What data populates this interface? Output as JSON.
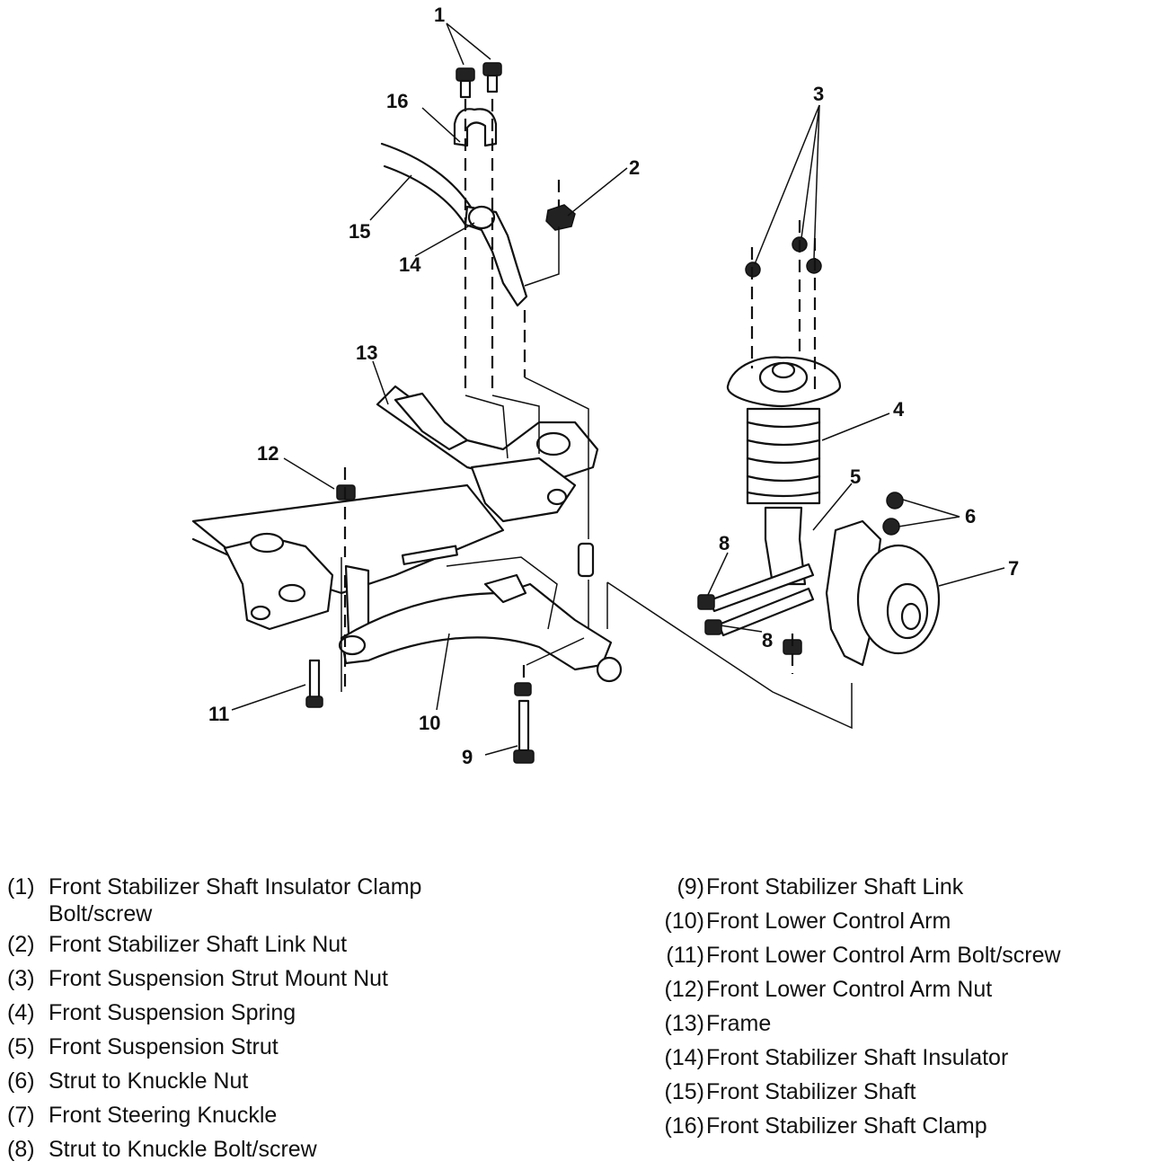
{
  "callouts": [
    "1",
    "2",
    "3",
    "4",
    "5",
    "6",
    "7",
    "8",
    "8",
    "9",
    "10",
    "11",
    "12",
    "13",
    "14",
    "15",
    "16"
  ],
  "legend": {
    "left": [
      {
        "num": "(1)",
        "text": "Front Stabilizer Shaft Insulator Clamp Bolt/screw"
      },
      {
        "num": "(2)",
        "text": "Front Stabilizer Shaft Link Nut"
      },
      {
        "num": "(3)",
        "text": "Front Suspension Strut Mount Nut"
      },
      {
        "num": "(4)",
        "text": "Front Suspension Spring"
      },
      {
        "num": "(5)",
        "text": "Front Suspension Strut"
      },
      {
        "num": "(6)",
        "text": "Strut to Knuckle Nut"
      },
      {
        "num": "(7)",
        "text": "Front Steering Knuckle"
      },
      {
        "num": "(8)",
        "text": "Strut to Knuckle Bolt/screw"
      }
    ],
    "right": [
      {
        "num": "(9)",
        "text": "Front Stabilizer Shaft Link"
      },
      {
        "num": "(10)",
        "text": "Front Lower Control Arm"
      },
      {
        "num": "(11)",
        "text": "Front Lower Control Arm Bolt/screw"
      },
      {
        "num": "(12)",
        "text": "Front Lower Control Arm Nut"
      },
      {
        "num": "(13)",
        "text": "Frame"
      },
      {
        "num": "(14)",
        "text": "Front Stabilizer Shaft Insulator"
      },
      {
        "num": "(15)",
        "text": "Front Stabilizer Shaft"
      },
      {
        "num": "(16)",
        "text": "Front Stabilizer Shaft Clamp"
      }
    ]
  }
}
